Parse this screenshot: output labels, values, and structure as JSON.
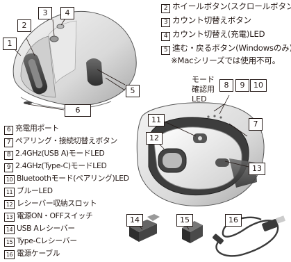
{
  "header_fragment": "",
  "callouts_top": [
    "1",
    "2",
    "3",
    "4",
    "5",
    "6"
  ],
  "callouts_bottom": [
    "7",
    "8",
    "9",
    "10",
    "11",
    "12",
    "13",
    "14",
    "15",
    "16"
  ],
  "parts_right": [
    {
      "num": "2",
      "text": "ホイールボタン(スクロールボタン)"
    },
    {
      "num": "3",
      "text": "カウント切替えボタン"
    },
    {
      "num": "4",
      "text": "カウント切替え(充電)LED"
    },
    {
      "num": "5",
      "text": "進む・戻るボタン(Windowsのみ)"
    }
  ],
  "mac_note": "※Macシリーズでは使用不可。",
  "led_note": [
    "モード",
    "確認用",
    "LED"
  ],
  "parts_left": [
    {
      "num": "6",
      "text": "充電用ポート"
    },
    {
      "num": "7",
      "text": "ペアリング・接続切替えボタン"
    },
    {
      "num": "8",
      "text": "2.4GHz(USB A)モードLED"
    },
    {
      "num": "9",
      "text": "2.4GHz(Type-C)モードLED"
    },
    {
      "num": "10",
      "text": "Bluetoothモード(ペアリング)LED"
    },
    {
      "num": "11",
      "text": "ブルーLED"
    },
    {
      "num": "12",
      "text": "レシーバー収納スロット"
    },
    {
      "num": "13",
      "text": "電源ON・OFFスイッチ"
    },
    {
      "num": "14",
      "text": "USB Aレシーバー"
    },
    {
      "num": "15",
      "text": "Type-Cレシーバー"
    },
    {
      "num": "16",
      "text": "電源ケーブル"
    }
  ]
}
